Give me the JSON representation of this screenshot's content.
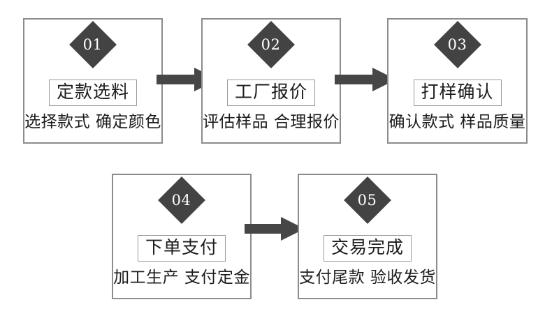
{
  "diagram": {
    "type": "process-flow",
    "title_visible": false,
    "background_color": "#ffffff",
    "box_border_color": "#8c8c8c",
    "badge_color": "#434343",
    "arrow_color": "#464646",
    "text_color": "#1c1c1c",
    "steps": [
      {
        "number": "01",
        "title": "定款选料",
        "subtitle": "选择款式 确定颜色",
        "row": 1
      },
      {
        "number": "02",
        "title": "工厂报价",
        "subtitle": "评估样品 合理报价",
        "row": 1
      },
      {
        "number": "03",
        "title": "打样确认",
        "subtitle": "确认款式 样品质量",
        "row": 1
      },
      {
        "number": "04",
        "title": "下单支付",
        "subtitle": "加工生产 支付定金",
        "row": 2
      },
      {
        "number": "05",
        "title": "交易完成",
        "subtitle": "支付尾款 验收发货",
        "row": 2
      }
    ],
    "connectors": [
      {
        "from": "01",
        "to": "02",
        "icon": "arrow-right-icon"
      },
      {
        "from": "02",
        "to": "03",
        "icon": "arrow-right-icon"
      },
      {
        "from": "04",
        "to": "05",
        "icon": "arrow-right-icon"
      }
    ]
  }
}
